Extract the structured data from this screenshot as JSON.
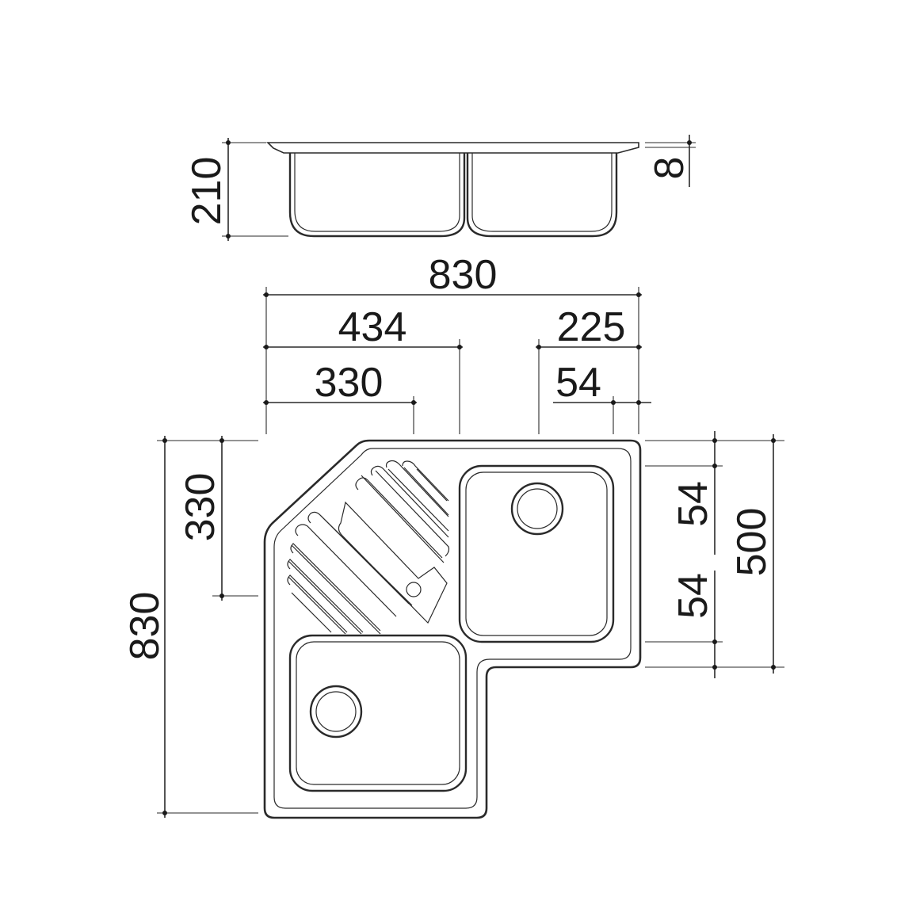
{
  "dimensions": {
    "side_depth": "210",
    "side_rim": "8",
    "overall_width": "830",
    "width_434": "434",
    "width_330": "330",
    "width_225": "225",
    "width_54": "54",
    "overall_height": "830",
    "height_330": "330",
    "height_500": "500",
    "right_54_top": "54",
    "right_54_bottom": "54"
  }
}
